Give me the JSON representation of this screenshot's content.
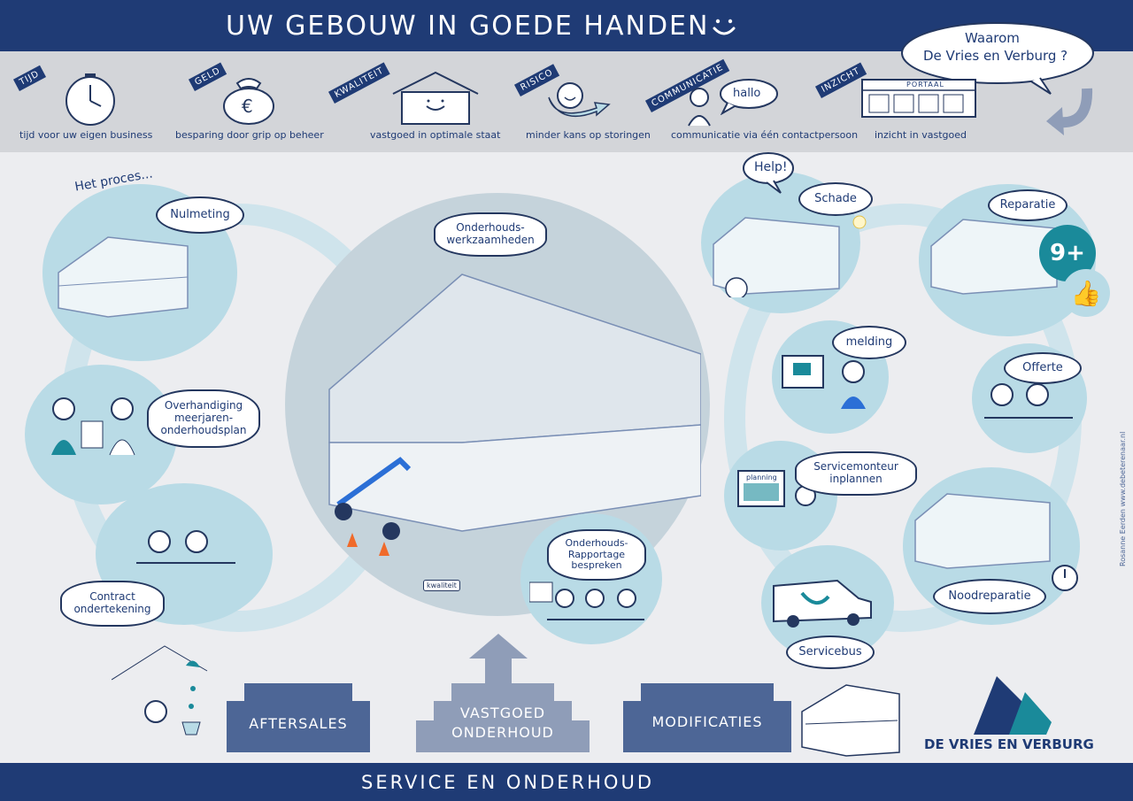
{
  "header": {
    "title": "UW GEBOUW IN GOEDE HANDEN"
  },
  "why_bubble": {
    "line1": "Waarom",
    "line2": "De Vries en Verburg ?"
  },
  "benefits": [
    {
      "tag": "TIJD",
      "caption": "tijd voor uw eigen business",
      "icon": "clock-icon"
    },
    {
      "tag": "GELD",
      "caption": "besparing door grip op beheer",
      "icon": "money-bag-icon"
    },
    {
      "tag": "KWALITEIT",
      "caption": "vastgoed in optimale staat",
      "icon": "house-icon"
    },
    {
      "tag": "RISICO",
      "caption": "minder kans op storingen",
      "icon": "risk-arrow-icon"
    },
    {
      "tag": "COMMUNICATIE",
      "caption": "communicatie via één contactpersoon",
      "icon": "person-speech-icon",
      "speech": "hallo"
    },
    {
      "tag": "INZICHT",
      "caption": "inzicht in vastgoed",
      "icon": "portal-icon",
      "portal": "PORTAAL"
    }
  ],
  "process": {
    "label": "Het proces...",
    "left_steps": [
      {
        "label": "Nulmeting"
      },
      {
        "label": "Overhandiging meerjaren-onderhoudsplan"
      },
      {
        "label": "Contract ondertekening"
      }
    ],
    "center": {
      "label": "Onderhouds-werkzaamheden",
      "report": "Onderhouds-Rapportage bespreken",
      "kwaliteit": "kwaliteit"
    },
    "right_steps": [
      {
        "label": "Schade",
        "speech": "Help!"
      },
      {
        "label": "melding"
      },
      {
        "label": "Servicemonteur inplannen",
        "screen": "planning"
      },
      {
        "label": "Servicebus"
      },
      {
        "label": "Reparatie",
        "score": "9+"
      },
      {
        "label": "Offerte"
      },
      {
        "label": "Noodreparatie"
      }
    ]
  },
  "stairs": [
    {
      "label": "AFTERSALES"
    },
    {
      "label_line1": "VASTGOED",
      "label_line2": "ONDERHOUD"
    },
    {
      "label": "MODIFICATIES"
    }
  ],
  "logo": {
    "text": "DE VRIES EN VERBURG"
  },
  "credit": "Rosanne Eerden   www.debeterenaar.nl",
  "footer": {
    "title": "SERVICE EN ONDERHOUD"
  },
  "colors": {
    "navy": "#1f3b75",
    "light_blue": "#b9dbe6",
    "teal": "#1a8a9a",
    "grey": "#d3d5d9"
  }
}
